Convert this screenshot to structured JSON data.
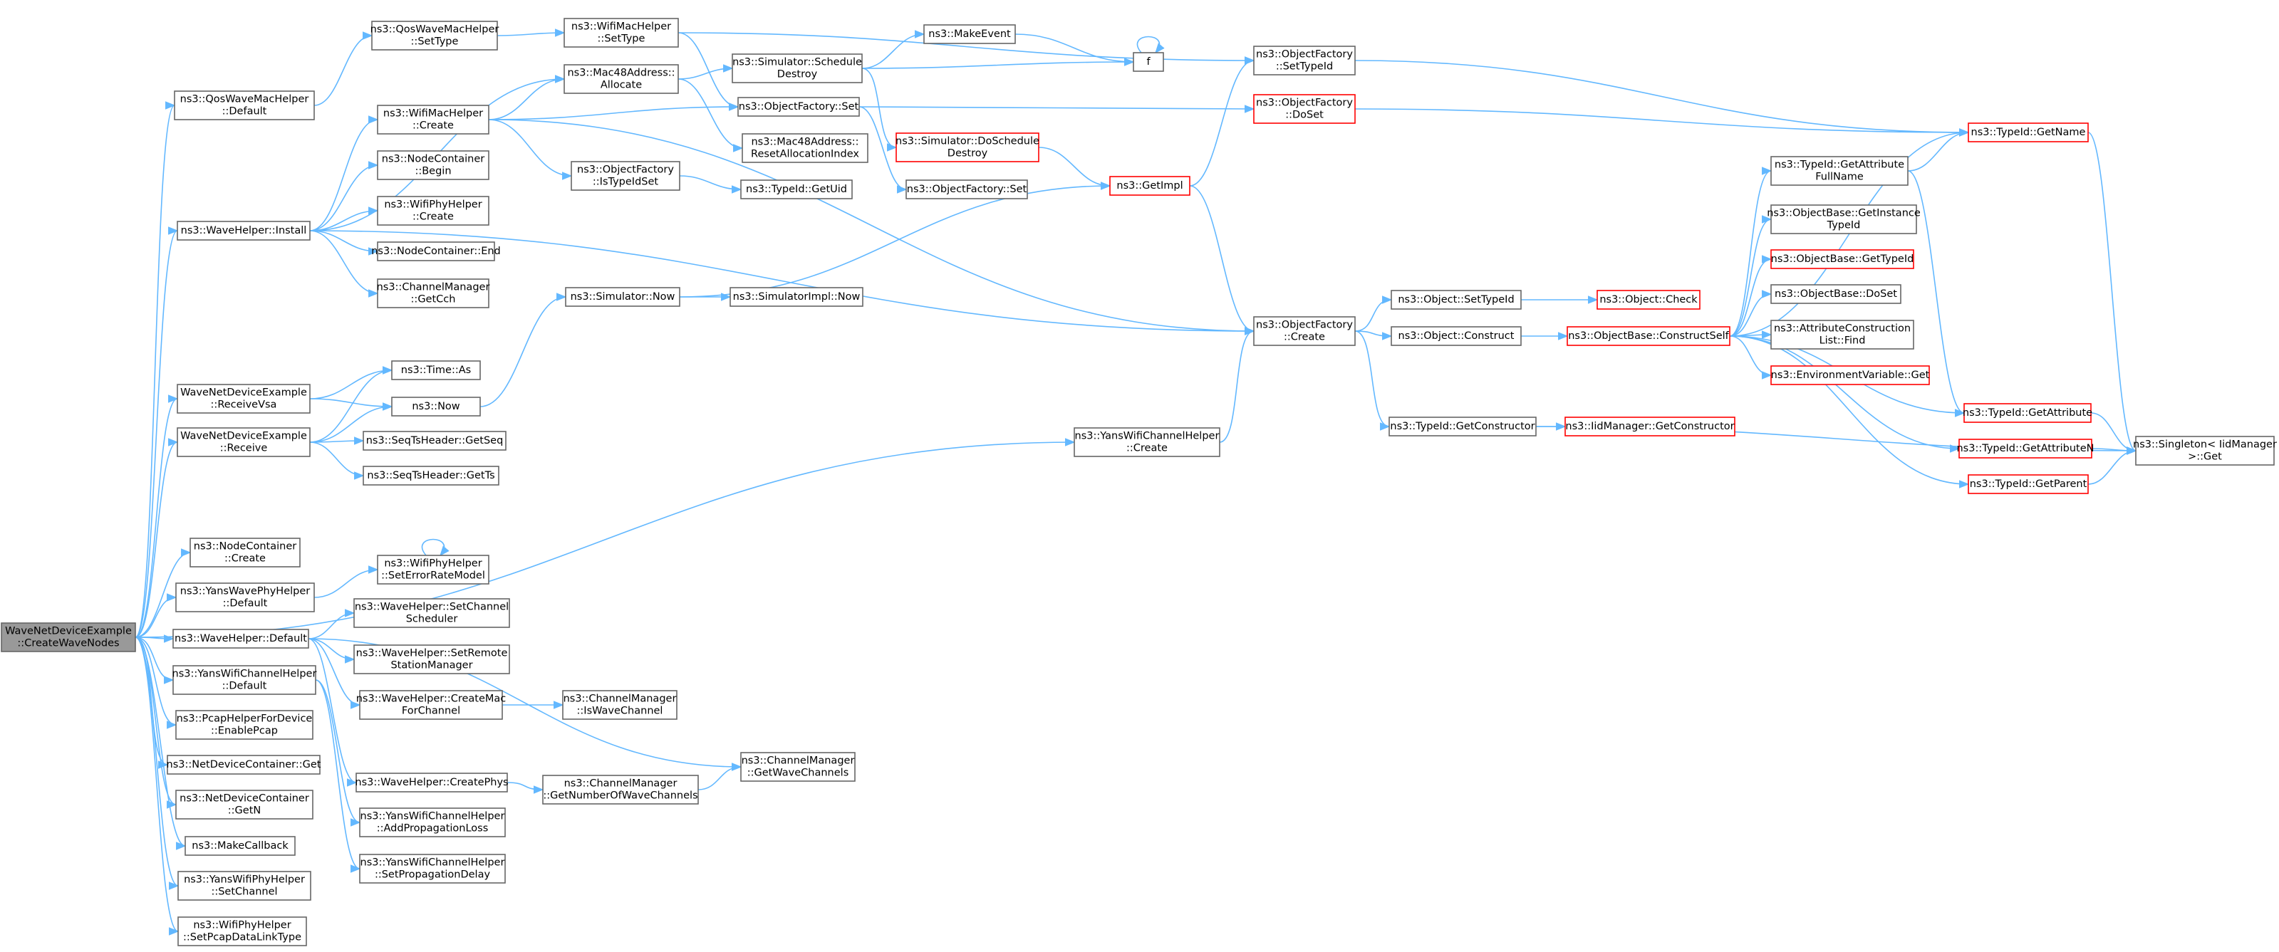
{
  "graph": {
    "edge_color": "#63b8ff",
    "node_border": "#666666",
    "node_border_highlight": "#ff0000",
    "root_fill": "#999999",
    "nodes": [
      {
        "id": "root",
        "label": [
          "WaveNetDeviceExample",
          "::CreateWaveNodes"
        ],
        "style": "root"
      },
      {
        "id": "qoswave_default",
        "label": [
          "ns3::QosWaveMacHelper",
          "::Default"
        ]
      },
      {
        "id": "qoswave_settype",
        "label": [
          "ns3::QosWaveMacHelper",
          "::SetType"
        ]
      },
      {
        "id": "wifimac_settype",
        "label": [
          "ns3::WifiMacHelper",
          "::SetType"
        ]
      },
      {
        "id": "mac48_allocate",
        "label": [
          "ns3::Mac48Address::",
          "Allocate"
        ]
      },
      {
        "id": "wifimac_create",
        "label": [
          "ns3::WifiMacHelper",
          "::Create"
        ]
      },
      {
        "id": "nodecontainer_begin",
        "label": [
          "ns3::NodeContainer",
          "::Begin"
        ]
      },
      {
        "id": "wifiphy_create",
        "label": [
          "ns3::WifiPhyHelper",
          "::Create"
        ]
      },
      {
        "id": "nodecontainer_end",
        "label": [
          "ns3::NodeContainer::End"
        ]
      },
      {
        "id": "channelmgr_getcch",
        "label": [
          "ns3::ChannelManager",
          "::GetCch"
        ]
      },
      {
        "id": "wavehelper_install",
        "label": [
          "ns3::WaveHelper::Install"
        ]
      },
      {
        "id": "sim_schedule_destroy",
        "label": [
          "ns3::Simulator::Schedule",
          "Destroy"
        ]
      },
      {
        "id": "make_event",
        "label": [
          "ns3::MakeEvent"
        ]
      },
      {
        "id": "f",
        "label": [
          "f"
        ]
      },
      {
        "id": "objfactory_set1",
        "label": [
          "ns3::ObjectFactory::Set"
        ]
      },
      {
        "id": "mac48_reset",
        "label": [
          "ns3::Mac48Address::",
          "ResetAllocationIndex"
        ]
      },
      {
        "id": "objfactory_istypeidset",
        "label": [
          "ns3::ObjectFactory",
          "::IsTypeIdSet"
        ]
      },
      {
        "id": "typeid_getuid",
        "label": [
          "ns3::TypeId::GetUid"
        ]
      },
      {
        "id": "sim_doschedule_destroy",
        "label": [
          "ns3::Simulator::DoSchedule",
          "Destroy"
        ],
        "style": "red"
      },
      {
        "id": "objfactory_set2",
        "label": [
          "ns3::ObjectFactory::Set"
        ]
      },
      {
        "id": "objfactory_settypeid",
        "label": [
          "ns3::ObjectFactory",
          "::SetTypeId"
        ]
      },
      {
        "id": "objfactory_doset",
        "label": [
          "ns3::ObjectFactory",
          "::DoSet"
        ],
        "style": "red"
      },
      {
        "id": "getimpl",
        "label": [
          "ns3::GetImpl"
        ],
        "style": "red"
      },
      {
        "id": "typeid_getname",
        "label": [
          "ns3::TypeId::GetName"
        ],
        "style": "red"
      },
      {
        "id": "typeid_getattrfullname",
        "label": [
          "ns3::TypeId::GetAttribute",
          "FullName"
        ]
      },
      {
        "id": "objbase_getinstancetypeid",
        "label": [
          "ns3::ObjectBase::GetInstance",
          "TypeId"
        ]
      },
      {
        "id": "objbase_gettypeid",
        "label": [
          "ns3::ObjectBase::GetTypeId"
        ],
        "style": "red"
      },
      {
        "id": "objbase_doset",
        "label": [
          "ns3::ObjectBase::DoSet"
        ]
      },
      {
        "id": "attrconstruction_find",
        "label": [
          "ns3::AttributeConstruction",
          "List::Find"
        ]
      },
      {
        "id": "envvar_get",
        "label": [
          "ns3::EnvironmentVariable::Get"
        ],
        "style": "red"
      },
      {
        "id": "typeid_getattribute",
        "label": [
          "ns3::TypeId::GetAttribute"
        ],
        "style": "red"
      },
      {
        "id": "typeid_getattributen",
        "label": [
          "ns3::TypeId::GetAttributeN"
        ],
        "style": "red"
      },
      {
        "id": "typeid_getparent",
        "label": [
          "ns3::TypeId::GetParent"
        ],
        "style": "red"
      },
      {
        "id": "singleton_get",
        "label": [
          "ns3::Singleton< IidManager",
          ">::Get"
        ]
      },
      {
        "id": "object_settypeid",
        "label": [
          "ns3::Object::SetTypeId"
        ]
      },
      {
        "id": "object_check",
        "label": [
          "ns3::Object::Check"
        ],
        "style": "red"
      },
      {
        "id": "object_construct",
        "label": [
          "ns3::Object::Construct"
        ]
      },
      {
        "id": "objbase_constructself",
        "label": [
          "ns3::ObjectBase::ConstructSelf"
        ],
        "style": "red"
      },
      {
        "id": "objfactory_create",
        "label": [
          "ns3::ObjectFactory",
          "::Create"
        ]
      },
      {
        "id": "typeid_getconstructor",
        "label": [
          "ns3::TypeId::GetConstructor"
        ]
      },
      {
        "id": "iidmgr_getconstructor",
        "label": [
          "ns3::IidManager::GetConstructor"
        ],
        "style": "red"
      },
      {
        "id": "sim_now",
        "label": [
          "ns3::Simulator::Now"
        ]
      },
      {
        "id": "simimpl_now",
        "label": [
          "ns3::SimulatorImpl::Now"
        ]
      },
      {
        "id": "time_as",
        "label": [
          "ns3::Time::As"
        ]
      },
      {
        "id": "now",
        "label": [
          "ns3::Now"
        ]
      },
      {
        "id": "wnde_receivevsa",
        "label": [
          "WaveNetDeviceExample",
          "::ReceiveVsa"
        ]
      },
      {
        "id": "wnde_receive",
        "label": [
          "WaveNetDeviceExample",
          "::Receive"
        ]
      },
      {
        "id": "seqts_getseq",
        "label": [
          "ns3::SeqTsHeader::GetSeq"
        ]
      },
      {
        "id": "seqts_getts",
        "label": [
          "ns3::SeqTsHeader::GetTs"
        ]
      },
      {
        "id": "yanswifichannel_create",
        "label": [
          "ns3::YansWifiChannelHelper",
          "::Create"
        ]
      },
      {
        "id": "nodecontainer_create",
        "label": [
          "ns3::NodeContainer",
          "::Create"
        ]
      },
      {
        "id": "yanswavephy_default",
        "label": [
          "ns3::YansWavePhyHelper",
          "::Default"
        ]
      },
      {
        "id": "wifiphy_seterrorratemodel",
        "label": [
          "ns3::WifiPhyHelper",
          "::SetErrorRateModel"
        ]
      },
      {
        "id": "wavehelper_default",
        "label": [
          "ns3::WaveHelper::Default"
        ]
      },
      {
        "id": "wavehelper_setchannelscheduler",
        "label": [
          "ns3::WaveHelper::SetChannel",
          "Scheduler"
        ]
      },
      {
        "id": "wavehelper_setremotestationmgr",
        "label": [
          "ns3::WaveHelper::SetRemote",
          "StationManager"
        ]
      },
      {
        "id": "wavehelper_createmac",
        "label": [
          "ns3::WaveHelper::CreateMac",
          "ForChannel"
        ]
      },
      {
        "id": "channelmgr_iswavechannel",
        "label": [
          "ns3::ChannelManager",
          "::IsWaveChannel"
        ]
      },
      {
        "id": "yanswifichannel_default",
        "label": [
          "ns3::YansWifiChannelHelper",
          "::Default"
        ]
      },
      {
        "id": "pcaphelper_enablepcap",
        "label": [
          "ns3::PcapHelperForDevice",
          "::EnablePcap"
        ]
      },
      {
        "id": "netdevicecontainer_get",
        "label": [
          "ns3::NetDeviceContainer::Get"
        ]
      },
      {
        "id": "channelmgr_getwavechannels",
        "label": [
          "ns3::ChannelManager",
          "::GetWaveChannels"
        ]
      },
      {
        "id": "wavehelper_createphys",
        "label": [
          "ns3::WaveHelper::CreatePhys"
        ]
      },
      {
        "id": "channelmgr_getnumwavechannels",
        "label": [
          "ns3::ChannelManager",
          "::GetNumberOfWaveChannels"
        ]
      },
      {
        "id": "netdevicecontainer_getn",
        "label": [
          "ns3::NetDeviceContainer",
          "::GetN"
        ]
      },
      {
        "id": "yanswifichannel_addproploss",
        "label": [
          "ns3::YansWifiChannelHelper",
          "::AddPropagationLoss"
        ]
      },
      {
        "id": "makecallback",
        "label": [
          "ns3::MakeCallback"
        ]
      },
      {
        "id": "yanswifichannel_setpropdelay",
        "label": [
          "ns3::YansWifiChannelHelper",
          "::SetPropagationDelay"
        ]
      },
      {
        "id": "yanswifiphy_setchannel",
        "label": [
          "ns3::YansWifiPhyHelper",
          "::SetChannel"
        ]
      },
      {
        "id": "wifiphy_setpcapdatalinktype",
        "label": [
          "ns3::WifiPhyHelper",
          "::SetPcapDataLinkType"
        ]
      }
    ],
    "edges": [
      [
        "root",
        "qoswave_default"
      ],
      [
        "root",
        "wavehelper_install"
      ],
      [
        "root",
        "wnde_receivevsa"
      ],
      [
        "root",
        "wnde_receive"
      ],
      [
        "root",
        "yanswifichannel_create"
      ],
      [
        "root",
        "nodecontainer_create"
      ],
      [
        "root",
        "yanswavephy_default"
      ],
      [
        "root",
        "wavehelper_default"
      ],
      [
        "root",
        "yanswifichannel_default"
      ],
      [
        "root",
        "pcaphelper_enablepcap"
      ],
      [
        "root",
        "netdevicecontainer_get"
      ],
      [
        "root",
        "netdevicecontainer_getn"
      ],
      [
        "root",
        "makecallback"
      ],
      [
        "root",
        "yanswifiphy_setchannel"
      ],
      [
        "root",
        "wifiphy_setpcapdatalinktype"
      ],
      [
        "qoswave_default",
        "qoswave_settype"
      ],
      [
        "qoswave_settype",
        "wifimac_settype"
      ],
      [
        "wifimac_settype",
        "objfactory_settypeid"
      ],
      [
        "wifimac_settype",
        "objfactory_set1"
      ],
      [
        "wavehelper_install",
        "mac48_allocate"
      ],
      [
        "wavehelper_install",
        "wifimac_create"
      ],
      [
        "wavehelper_install",
        "nodecontainer_begin"
      ],
      [
        "wavehelper_install",
        "wifiphy_create"
      ],
      [
        "wavehelper_install",
        "nodecontainer_end"
      ],
      [
        "wavehelper_install",
        "channelmgr_getcch"
      ],
      [
        "wavehelper_install",
        "objfactory_create"
      ],
      [
        "wifimac_create",
        "mac48_allocate"
      ],
      [
        "wifimac_create",
        "objfactory_set1"
      ],
      [
        "wifimac_create",
        "objfactory_istypeidset"
      ],
      [
        "wifimac_create",
        "objfactory_create"
      ],
      [
        "mac48_allocate",
        "sim_schedule_destroy"
      ],
      [
        "mac48_allocate",
        "mac48_reset"
      ],
      [
        "sim_schedule_destroy",
        "make_event"
      ],
      [
        "sim_schedule_destroy",
        "f"
      ],
      [
        "sim_schedule_destroy",
        "sim_doschedule_destroy"
      ],
      [
        "make_event",
        "f"
      ],
      [
        "f",
        "f"
      ],
      [
        "objfactory_set1",
        "objfactory_doset"
      ],
      [
        "objfactory_set1",
        "objfactory_set2"
      ],
      [
        "objfactory_istypeidset",
        "typeid_getuid"
      ],
      [
        "sim_doschedule_destroy",
        "getimpl"
      ],
      [
        "getimpl",
        "objfactory_settypeid"
      ],
      [
        "getimpl",
        "objfactory_create"
      ],
      [
        "objfactory_settypeid",
        "typeid_getname"
      ],
      [
        "objfactory_doset",
        "typeid_getname"
      ],
      [
        "typeid_getname",
        "singleton_get"
      ],
      [
        "objfactory_create",
        "object_settypeid"
      ],
      [
        "objfactory_create",
        "object_construct"
      ],
      [
        "objfactory_create",
        "typeid_getconstructor"
      ],
      [
        "object_settypeid",
        "object_check"
      ],
      [
        "object_construct",
        "objbase_constructself"
      ],
      [
        "objbase_constructself",
        "typeid_getname"
      ],
      [
        "objbase_constructself",
        "typeid_getattrfullname"
      ],
      [
        "objbase_constructself",
        "objbase_getinstancetypeid"
      ],
      [
        "objbase_constructself",
        "objbase_gettypeid"
      ],
      [
        "objbase_constructself",
        "objbase_doset"
      ],
      [
        "objbase_constructself",
        "attrconstruction_find"
      ],
      [
        "objbase_constructself",
        "envvar_get"
      ],
      [
        "objbase_constructself",
        "typeid_getattribute"
      ],
      [
        "objbase_constructself",
        "typeid_getattributen"
      ],
      [
        "objbase_constructself",
        "typeid_getparent"
      ],
      [
        "typeid_getattrfullname",
        "typeid_getname"
      ],
      [
        "typeid_getattrfullname",
        "typeid_getattribute"
      ],
      [
        "typeid_getattribute",
        "singleton_get"
      ],
      [
        "typeid_getattributen",
        "singleton_get"
      ],
      [
        "typeid_getparent",
        "singleton_get"
      ],
      [
        "typeid_getconstructor",
        "iidmgr_getconstructor"
      ],
      [
        "typeid_getconstructor",
        "singleton_get"
      ],
      [
        "sim_now",
        "getimpl"
      ],
      [
        "sim_now",
        "simimpl_now"
      ],
      [
        "wnde_receivevsa",
        "time_as"
      ],
      [
        "wnde_receivevsa",
        "now"
      ],
      [
        "wnde_receive",
        "time_as"
      ],
      [
        "wnde_receive",
        "now"
      ],
      [
        "wnde_receive",
        "seqts_getseq"
      ],
      [
        "wnde_receive",
        "seqts_getts"
      ],
      [
        "now",
        "sim_now"
      ],
      [
        "yanswifichannel_create",
        "objfactory_create"
      ],
      [
        "yanswavephy_default",
        "wifiphy_seterrorratemodel"
      ],
      [
        "wifiphy_seterrorratemodel",
        "wifiphy_seterrorratemodel"
      ],
      [
        "wavehelper_default",
        "wavehelper_setchannelscheduler"
      ],
      [
        "wavehelper_default",
        "wavehelper_setremotestationmgr"
      ],
      [
        "wavehelper_default",
        "wavehelper_createmac"
      ],
      [
        "wavehelper_default",
        "wavehelper_createphys"
      ],
      [
        "wavehelper_default",
        "channelmgr_getwavechannels"
      ],
      [
        "wavehelper_createmac",
        "channelmgr_iswavechannel"
      ],
      [
        "wavehelper_createphys",
        "channelmgr_getnumwavechannels"
      ],
      [
        "channelmgr_getnumwavechannels",
        "channelmgr_getwavechannels"
      ],
      [
        "yanswifichannel_default",
        "yanswifichannel_addproploss"
      ],
      [
        "yanswifichannel_default",
        "yanswifichannel_setpropdelay"
      ]
    ]
  }
}
